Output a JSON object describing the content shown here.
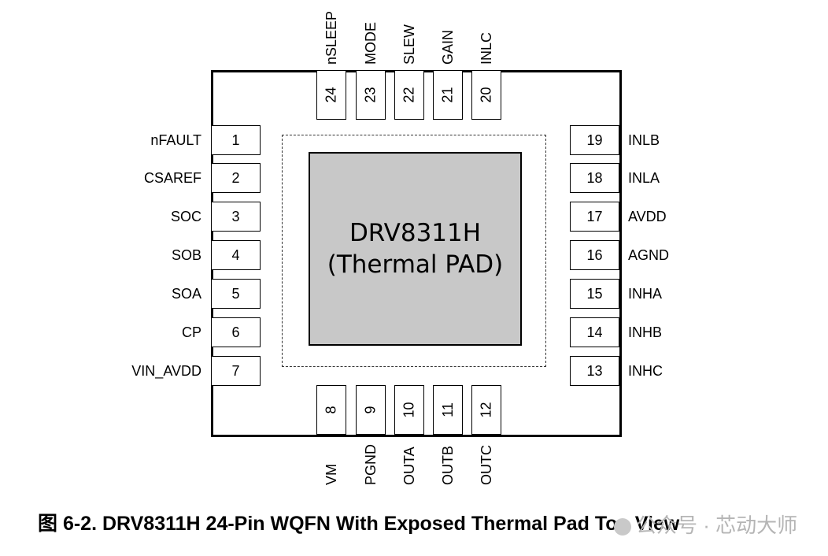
{
  "chip": {
    "name": "DRV8311H",
    "pad_label": "(Thermal PAD)"
  },
  "pins": {
    "left": [
      {
        "num": "1",
        "name": "nFAULT"
      },
      {
        "num": "2",
        "name": "CSAREF"
      },
      {
        "num": "3",
        "name": "SOC"
      },
      {
        "num": "4",
        "name": "SOB"
      },
      {
        "num": "5",
        "name": "SOA"
      },
      {
        "num": "6",
        "name": "CP"
      },
      {
        "num": "7",
        "name": "VIN_AVDD"
      }
    ],
    "bottom": [
      {
        "num": "8",
        "name": "VM"
      },
      {
        "num": "9",
        "name": "PGND"
      },
      {
        "num": "10",
        "name": "OUTA"
      },
      {
        "num": "11",
        "name": "OUTB"
      },
      {
        "num": "12",
        "name": "OUTC"
      }
    ],
    "right": [
      {
        "num": "13",
        "name": "INHC"
      },
      {
        "num": "14",
        "name": "INHB"
      },
      {
        "num": "15",
        "name": "INHA"
      },
      {
        "num": "16",
        "name": "AGND"
      },
      {
        "num": "17",
        "name": "AVDD"
      },
      {
        "num": "18",
        "name": "INLA"
      },
      {
        "num": "19",
        "name": "INLB"
      }
    ],
    "top": [
      {
        "num": "20",
        "name": "INLC"
      },
      {
        "num": "21",
        "name": "GAIN"
      },
      {
        "num": "22",
        "name": "SLEW"
      },
      {
        "num": "23",
        "name": "MODE"
      },
      {
        "num": "24",
        "name": "nSLEEP"
      }
    ]
  },
  "caption": "图 6-2. DRV8311H 24-Pin WQFN With Exposed Thermal Pad Top View",
  "watermark": "公众号 · 芯动大师"
}
